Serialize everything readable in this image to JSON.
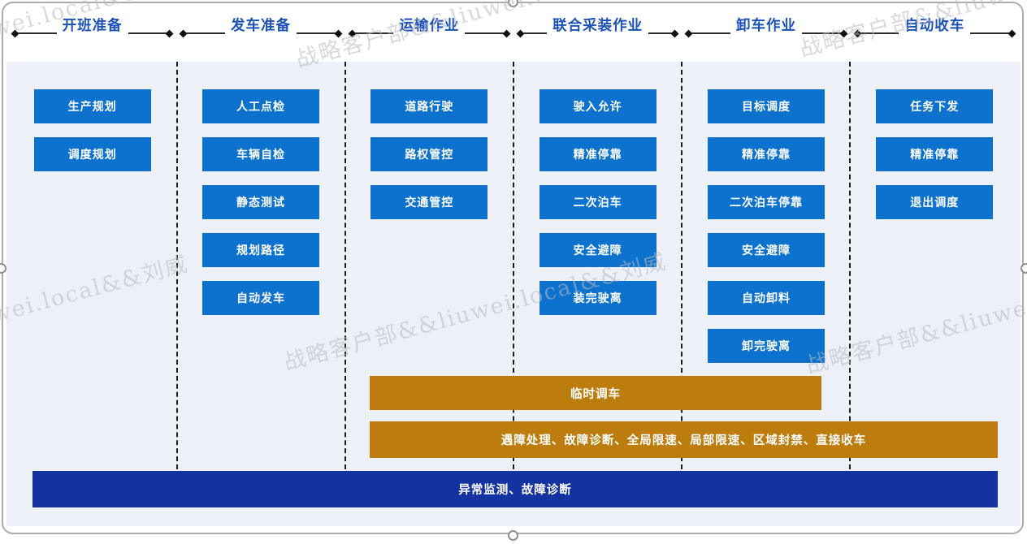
{
  "watermark": {
    "text": "战略客户部&&liuwei.local&&刘威"
  },
  "phases": [
    {
      "title": "开班准备",
      "steps": [
        "生产规划",
        "调度规划"
      ]
    },
    {
      "title": "发车准备",
      "steps": [
        "人工点检",
        "车辆自检",
        "静态测试",
        "规划路径",
        "自动发车"
      ]
    },
    {
      "title": "运输作业",
      "steps": [
        "道路行驶",
        "路权管控",
        "交通管控"
      ]
    },
    {
      "title": "联合采装作业",
      "steps": [
        "驶入允许",
        "精准停靠",
        "二次泊车",
        "安全避障",
        "装完驶离"
      ]
    },
    {
      "title": "卸车作业",
      "steps": [
        "目标调度",
        "精准停靠",
        "二次泊车停靠",
        "安全避障",
        "自动卸料",
        "卸完驶离"
      ]
    },
    {
      "title": "自动收车",
      "steps": [
        "任务下发",
        "精准停靠",
        "退出调度"
      ]
    }
  ],
  "overlays": {
    "temp_dispatch": "临时调车",
    "exception_handling": "遇障处理、故障诊断、全局限速、局部限速、区域封禁、直接收车",
    "monitoring": "异常监测、故障诊断"
  },
  "colors": {
    "step_blue": "#0d72cd",
    "overlay_orange": "#bd7c0e",
    "overlay_navy": "#1533a0",
    "title_blue": "#1c52b8",
    "panel_bg": "#eef0f7"
  }
}
